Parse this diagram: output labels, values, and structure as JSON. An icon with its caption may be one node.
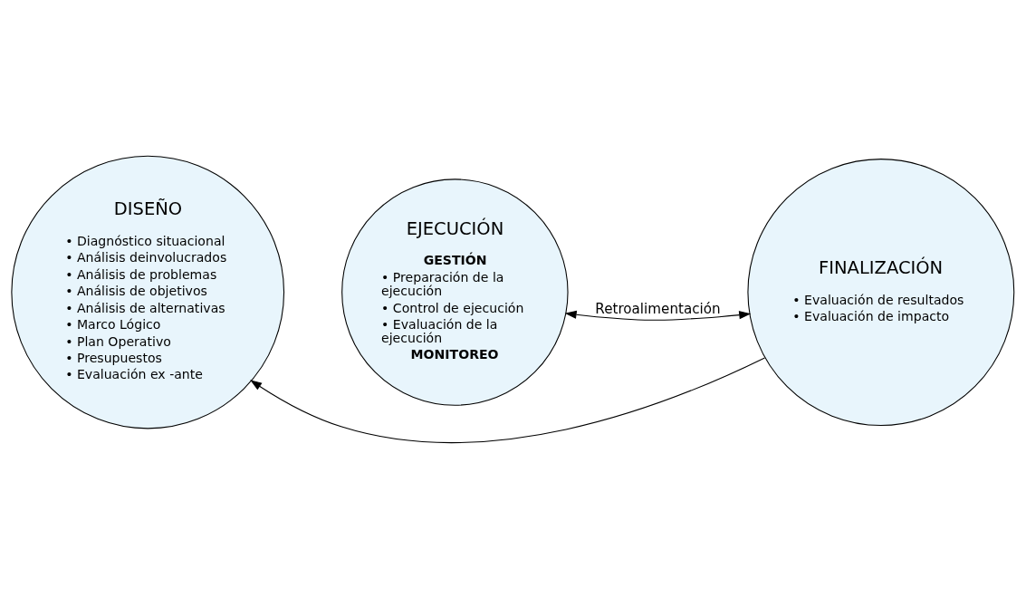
{
  "diagram": {
    "nodes": [
      {
        "text": [
          "DISEÑO",
          "• Diagnóstico situacional",
          "• Análisis deinvolucrados",
          "• Análisis de problemas",
          "• Análisis de objetivos",
          "• Análisis de alternativas",
          "• Marco Lógico",
          "• Plan Operativo",
          "• Presupuestos",
          "• Evaluación ex -ante"
        ]
      },
      {
        "text": [
          "EJECUCIÓN",
          "GESTIÓN",
          "• Preparación de la ejecución",
          "• Control de ejecución",
          "• Evaluación de la ejecución",
          "MONITOREO"
        ]
      },
      {
        "text": [
          "FINALIZACIÓN",
          "• Evaluación de resultados",
          "• Evaluación de impacto"
        ]
      }
    ],
    "edges": [
      {
        "from": 1,
        "to": 2,
        "arrow": "both",
        "label": "Retroalimentación"
      },
      {
        "from": 2,
        "to": 0,
        "arrow": "to"
      }
    ]
  }
}
